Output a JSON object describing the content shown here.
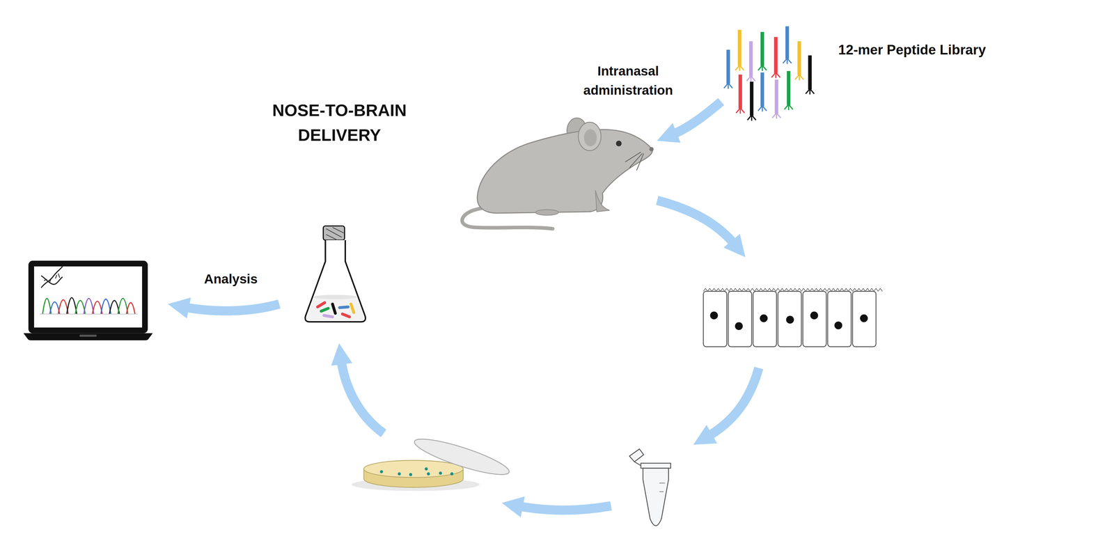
{
  "diagram": {
    "title": "NOSE-TO-BRAIN DELIVERY",
    "labels": [
      "Intranasal administration",
      "12-mer Peptide Library",
      "Analysis"
    ]
  }
}
